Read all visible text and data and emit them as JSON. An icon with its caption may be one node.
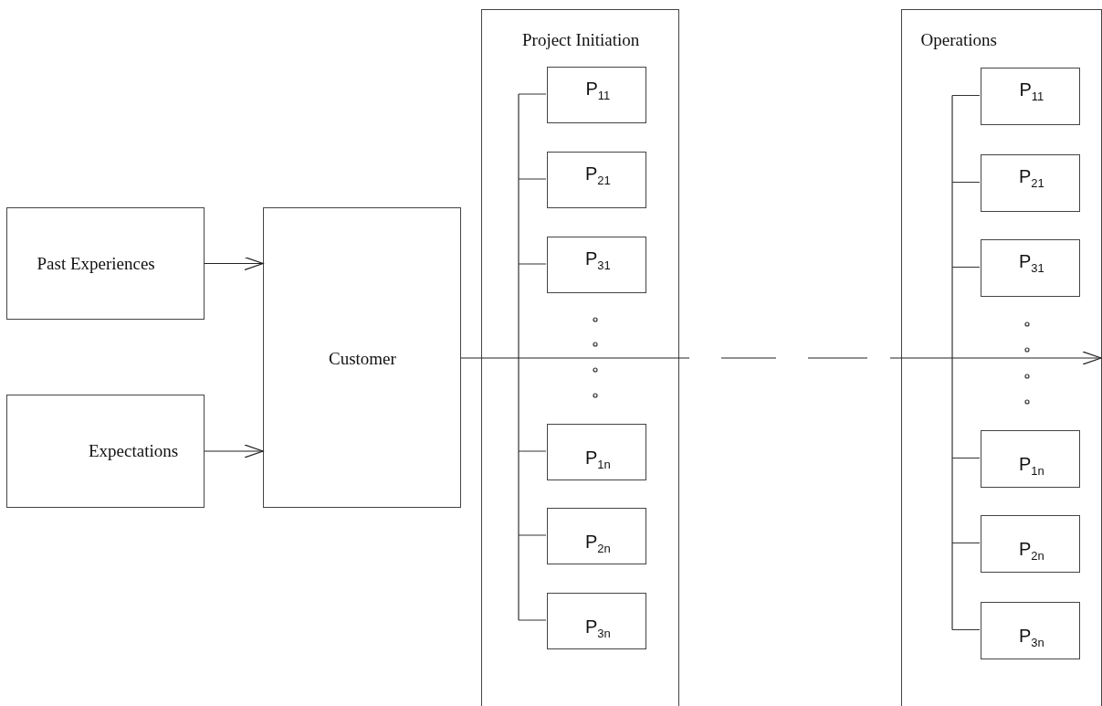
{
  "diagram": {
    "nodes": [
      {
        "text": [
          "Past Experiences"
        ]
      },
      {
        "text": [
          "Expectations"
        ]
      },
      {
        "text": [
          "Customer"
        ]
      },
      {
        "text": [
          "Project Initiation"
        ]
      },
      {
        "text": [
          "P$_{11}$"
        ],
        "in": 3
      },
      {
        "text": [
          "P$_{21}$"
        ],
        "in": 3
      },
      {
        "text": [
          "P$_{31}$"
        ],
        "in": 3
      },
      {
        "text": [
          "P$_{1n}$"
        ],
        "in": 3
      },
      {
        "text": [
          "P$_{2n}$"
        ],
        "in": 3
      },
      {
        "text": [
          "P$_{3n}$"
        ],
        "in": 3
      },
      {
        "text": [
          "Operations"
        ]
      },
      {
        "text": [
          "P$_{11}$"
        ],
        "in": 10
      },
      {
        "text": [
          "P$_{21}$"
        ],
        "in": 10
      },
      {
        "text": [
          "P$_{31}$"
        ],
        "in": 10
      },
      {
        "text": [
          "P$_{1n}$"
        ],
        "in": 10
      },
      {
        "text": [
          "P$_{2n}$"
        ],
        "in": 10
      },
      {
        "text": [
          "P$_{3n}$"
        ],
        "in": 10
      }
    ],
    "edges": [
      {
        "from": 0,
        "to": 2,
        "arrow": "to"
      },
      {
        "from": 1,
        "to": 2,
        "arrow": "to"
      },
      {
        "from": 2,
        "to": 10,
        "arrow": "to",
        "style": "dashed"
      }
    ]
  }
}
